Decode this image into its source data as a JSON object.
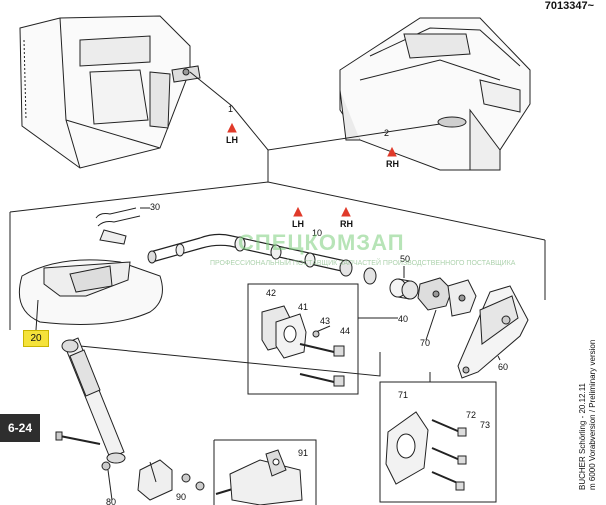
{
  "document": {
    "number": "7013347~",
    "page": "6-24",
    "side_text": [
      "BUCHER Schörling - 20.12.11",
      "m 6000 Vorabversion / Preliminary version"
    ]
  },
  "watermark": {
    "title": "СПЕЦКОМЗАП",
    "subtitle": "ПРОФЕССИОНАЛЬНЫЙ ПОСТАВЩИК ЗАПЧАСТЕЙ ПРОИЗВОДСТВЕННОГО ПОСТАВЩИКА"
  },
  "side_markers": {
    "left": "LH",
    "right": "RH"
  },
  "callouts": [
    {
      "id": "c1",
      "text": "1"
    },
    {
      "id": "c2",
      "text": "2"
    },
    {
      "id": "c10",
      "text": "10"
    },
    {
      "id": "c20",
      "text": "20",
      "highlight": "#f5e23a"
    },
    {
      "id": "c30",
      "text": "30"
    },
    {
      "id": "c40",
      "text": "40"
    },
    {
      "id": "c41",
      "text": "41"
    },
    {
      "id": "c42",
      "text": "42"
    },
    {
      "id": "c43",
      "text": "43"
    },
    {
      "id": "c44",
      "text": "44"
    },
    {
      "id": "c50",
      "text": "50"
    },
    {
      "id": "c60",
      "text": "60"
    },
    {
      "id": "c70",
      "text": "70"
    },
    {
      "id": "c71",
      "text": "71"
    },
    {
      "id": "c72",
      "text": "72"
    },
    {
      "id": "c73",
      "text": "73"
    },
    {
      "id": "c80",
      "text": "80"
    },
    {
      "id": "c90",
      "text": "90"
    },
    {
      "id": "c91",
      "text": "91"
    }
  ]
}
